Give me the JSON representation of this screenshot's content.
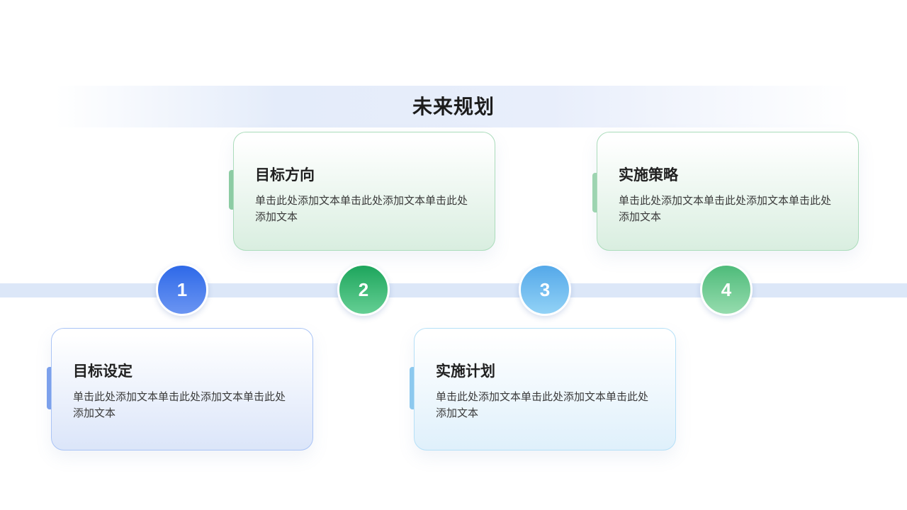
{
  "slide": {
    "title": "未来规划",
    "background_color": "#ffffff",
    "banner_color": "#e6edfb"
  },
  "timeline": {
    "band_color": "#dce7f8",
    "steps": [
      {
        "number": "1",
        "color_top": "#2e69e8",
        "color_bottom": "#6b95f2"
      },
      {
        "number": "2",
        "color_top": "#1da55c",
        "color_bottom": "#65cf94"
      },
      {
        "number": "3",
        "color_top": "#54a8e9",
        "color_bottom": "#92d2f6"
      },
      {
        "number": "4",
        "color_top": "#4ebb7a",
        "color_bottom": "#96dcae"
      }
    ]
  },
  "cards": [
    {
      "step": "1",
      "title": "目标设定",
      "body": "单击此处添加文本单击此处添加文本单击此处添加文本",
      "position": "below-timeline",
      "border_color": "#aac4f6",
      "fill_bottom_color": "#dbe5f9",
      "accent_color": "#7da2ee"
    },
    {
      "step": "2",
      "title": "目标方向",
      "body": "单击此处添加文本单击此处添加文本单击此处添加文本",
      "position": "above-timeline",
      "border_color": "#abdcbb",
      "fill_bottom_color": "#d9eee0",
      "accent_color": "#8ecfa3"
    },
    {
      "step": "3",
      "title": "实施计划",
      "body": "单击此处添加文本单击此处添加文本单击此处添加文本",
      "position": "below-timeline",
      "border_color": "#b6e0f7",
      "fill_bottom_color": "#dff0fb",
      "accent_color": "#8fccf1"
    },
    {
      "step": "4",
      "title": "实施策略",
      "body": "单击此处添加文本单击此处添加文本单击此处添加文本",
      "position": "above-timeline",
      "border_color": "#abdcbb",
      "fill_bottom_color": "#d9eee0",
      "accent_color": "#a0d8b1"
    }
  ]
}
